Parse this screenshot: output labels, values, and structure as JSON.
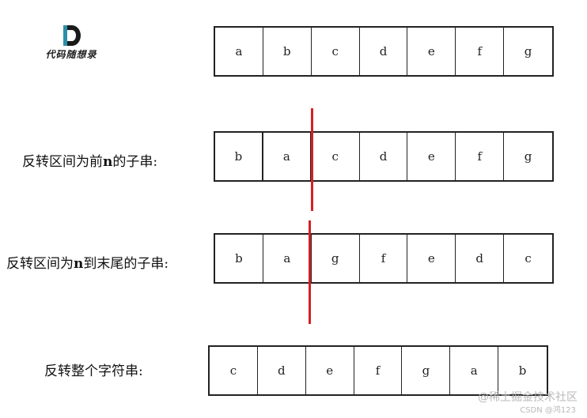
{
  "logo": {
    "letter": "D",
    "text": "代码随想录"
  },
  "rows": [
    {
      "label_pre": "",
      "label_bold": "",
      "label_post": "",
      "cells": [
        "a",
        "b",
        "c",
        "d",
        "e",
        "f",
        "g"
      ]
    },
    {
      "label_pre": "反转区间为前",
      "label_bold": "n",
      "label_post": "的子串:",
      "cells": [
        "b",
        "a",
        "c",
        "d",
        "e",
        "f",
        "g"
      ]
    },
    {
      "label_pre": "反转区间为",
      "label_bold": "n",
      "label_post": "到末尾的子串:",
      "cells": [
        "b",
        "a",
        "g",
        "f",
        "e",
        "d",
        "c"
      ]
    },
    {
      "label_pre": "反转整个字符串:",
      "label_bold": "",
      "label_post": "",
      "cells": [
        "c",
        "d",
        "e",
        "f",
        "g",
        "a",
        "b"
      ]
    }
  ],
  "colors": {
    "divider": "#d62020",
    "border": "#222222"
  },
  "watermark": "@稀土掘金技术社区",
  "credit": "CSDN @鸿123"
}
